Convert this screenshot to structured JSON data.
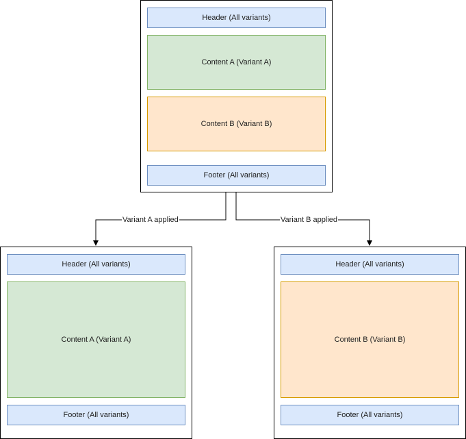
{
  "parent": {
    "header": "Header (All variants)",
    "content_a": "Content A (Variant A)",
    "content_b": "Content B (Variant B)",
    "footer": "Footer (All variants)"
  },
  "variant_a": {
    "header": "Header (All variants)",
    "content": "Content A (Variant A)",
    "footer": "Footer (All variants)"
  },
  "variant_b": {
    "header": "Header (All variants)",
    "content": "Content B (Variant B)",
    "footer": "Footer (All variants)"
  },
  "edges": {
    "to_a": "Variant A applied",
    "to_b": "Variant B applied"
  },
  "colors": {
    "header_footer_fill": "#dae8fc",
    "header_footer_stroke": "#6c8ebf",
    "content_a_fill": "#d5e8d4",
    "content_a_stroke": "#82b366",
    "content_b_fill": "#ffe6cc",
    "content_b_stroke": "#d79b00"
  }
}
